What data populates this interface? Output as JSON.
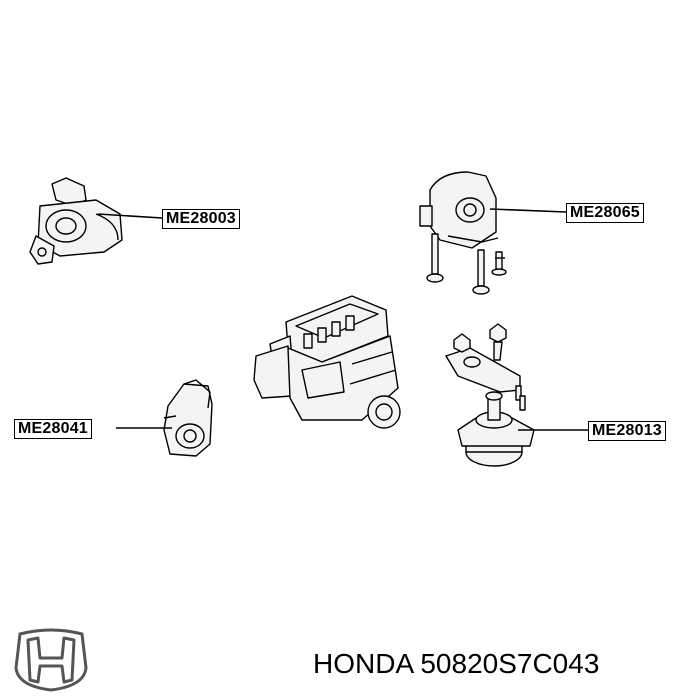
{
  "parts": [
    {
      "code": "ME28003"
    },
    {
      "code": "ME28065"
    },
    {
      "code": "ME28041"
    },
    {
      "code": "ME28013"
    }
  ],
  "caption": {
    "brand": "HONDA",
    "part_number": "50820S7C043",
    "full": "HONDA 50820S7C043"
  },
  "logo": {
    "icon": "honda-h-logo-icon"
  },
  "colors": {
    "line": "#000000",
    "background": "#ffffff",
    "fill": "#f4f4f4"
  }
}
